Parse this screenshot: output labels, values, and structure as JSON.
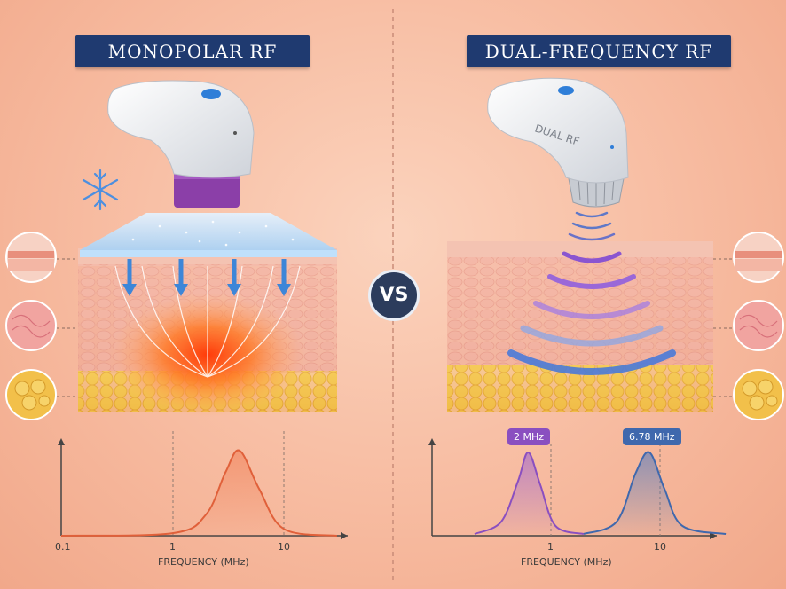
{
  "left": {
    "title": "MONOPOLAR RF"
  },
  "right": {
    "title": "DUAL-FREQUENCY RF",
    "device_label": "DUAL RF"
  },
  "vs_label": "VS",
  "left_chart": {
    "type": "line",
    "xlabel": "FREQUENCY (MHz)",
    "x_scale": "log",
    "xticks": [
      "0.1",
      "1",
      "10"
    ],
    "series": [
      {
        "x": [
          0.1,
          1,
          2,
          3,
          4,
          6,
          10,
          30
        ],
        "y": [
          0.0,
          0.03,
          0.25,
          0.75,
          1.0,
          0.55,
          0.08,
          0.0
        ]
      }
    ],
    "color": "#e0603a"
  },
  "right_chart": {
    "type": "line",
    "xlabel": "FREQUENCY (MHz)",
    "x_scale": "log",
    "xticks": [
      "1",
      "10"
    ],
    "peaks": [
      {
        "label": "2 MHz",
        "color": "#8a4fc0"
      },
      {
        "label": "6.78 MHz",
        "color": "#3f68ad"
      }
    ],
    "series": [
      {
        "x": [
          0.2,
          0.35,
          0.5,
          0.62,
          0.8,
          1.1,
          2.0
        ],
        "y": [
          0.0,
          0.15,
          0.65,
          1.0,
          0.6,
          0.1,
          0.0
        ]
      },
      {
        "x": [
          2.0,
          4.0,
          6.0,
          8.0,
          11.0,
          16.0,
          40.0
        ],
        "y": [
          0.0,
          0.15,
          0.75,
          1.0,
          0.55,
          0.1,
          0.0
        ]
      }
    ]
  },
  "colors": {
    "title_bg": "#1f3a70",
    "heat": "#ff5a1a",
    "cooling": "#3d86d8",
    "wave": "#8a55d0",
    "fat": "#f2c04a"
  },
  "icons": [
    "snowflake-icon",
    "epidermis-icon",
    "dermis-icon",
    "fat-cells-icon"
  ]
}
